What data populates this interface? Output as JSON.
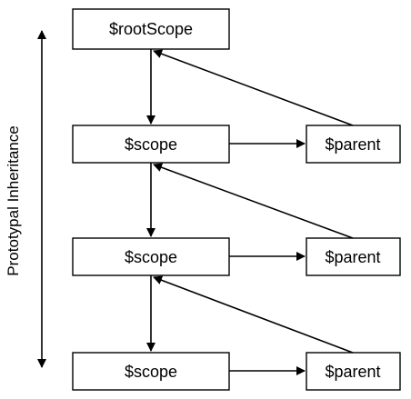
{
  "diagram": {
    "side_label": "Prototypal Inheritance",
    "root": {
      "label": "$rootScope"
    },
    "levels": [
      {
        "scope_label": "$scope",
        "parent_label": "$parent"
      },
      {
        "scope_label": "$scope",
        "parent_label": "$parent"
      },
      {
        "scope_label": "$scope",
        "parent_label": "$parent"
      }
    ],
    "colors": {
      "stroke": "#000000",
      "fill": "#ffffff",
      "text": "#000000"
    }
  }
}
